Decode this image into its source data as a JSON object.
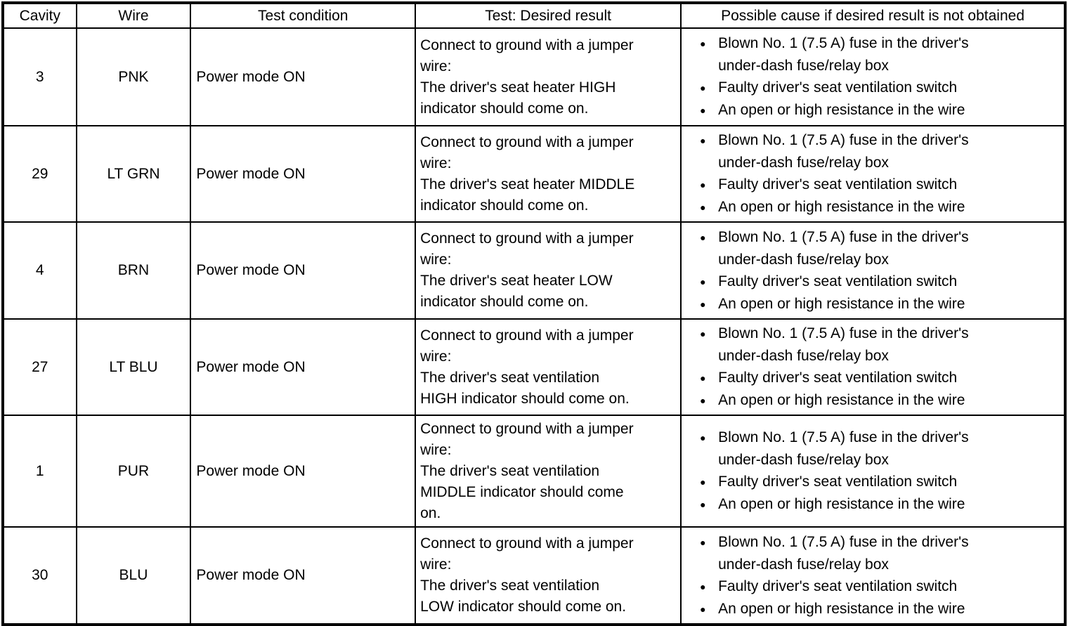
{
  "colors": {
    "background": "#ffffff",
    "border": "#000000",
    "text": "#000000"
  },
  "table": {
    "headers": [
      "Cavity",
      "Wire",
      "Test condition",
      "Test: Desired result",
      "Possible cause if desired result is not obtained"
    ],
    "rows": [
      {
        "cavity": "3",
        "wire": "PNK",
        "test_condition": "Power mode ON",
        "desired_result": "Connect to ground with a jumper\nwire:\nThe driver's seat heater HIGH\nindicator should come on.",
        "causes": [
          "Blown No. 1 (7.5 A) fuse in the driver's\nunder-dash fuse/relay box",
          "Faulty driver's seat ventilation switch",
          "An open or high resistance in the wire"
        ]
      },
      {
        "cavity": "29",
        "wire": "LT GRN",
        "test_condition": "Power mode ON",
        "desired_result": "Connect to ground with a jumper\nwire:\nThe driver's seat heater MIDDLE\nindicator should come on.",
        "causes": [
          "Blown No. 1 (7.5 A) fuse in the driver's\nunder-dash fuse/relay box",
          "Faulty driver's seat ventilation switch",
          "An open or high resistance in the wire"
        ]
      },
      {
        "cavity": "4",
        "wire": "BRN",
        "test_condition": "Power mode ON",
        "desired_result": "Connect to ground with a jumper\nwire:\nThe driver's seat heater LOW\nindicator should come on.",
        "causes": [
          "Blown No. 1 (7.5 A) fuse in the driver's\nunder-dash fuse/relay box",
          "Faulty driver's seat ventilation switch",
          "An open or high resistance in the wire"
        ]
      },
      {
        "cavity": "27",
        "wire": "LT BLU",
        "test_condition": "Power mode ON",
        "desired_result": "Connect to ground with a jumper\nwire:\nThe driver's seat ventilation\nHIGH indicator should come on.",
        "causes": [
          "Blown No. 1 (7.5 A) fuse in the driver's\nunder-dash fuse/relay box",
          "Faulty driver's seat ventilation switch",
          "An open or high resistance in the wire"
        ]
      },
      {
        "cavity": "1",
        "wire": "PUR",
        "test_condition": "Power mode ON",
        "desired_result": "Connect to ground with a jumper\nwire:\nThe driver's seat ventilation\nMIDDLE indicator should come\non.",
        "causes": [
          "Blown No. 1 (7.5 A) fuse in the driver's\nunder-dash fuse/relay box",
          "Faulty driver's seat ventilation switch",
          "An open or high resistance in the wire"
        ]
      },
      {
        "cavity": "30",
        "wire": "BLU",
        "test_condition": "Power mode ON",
        "desired_result": "Connect to ground with a jumper\nwire:\nThe driver's seat ventilation\nLOW indicator should come on.",
        "causes": [
          "Blown No. 1 (7.5 A) fuse in the driver's\nunder-dash fuse/relay box",
          "Faulty driver's seat ventilation switch",
          "An open or high resistance in the wire"
        ]
      }
    ]
  }
}
